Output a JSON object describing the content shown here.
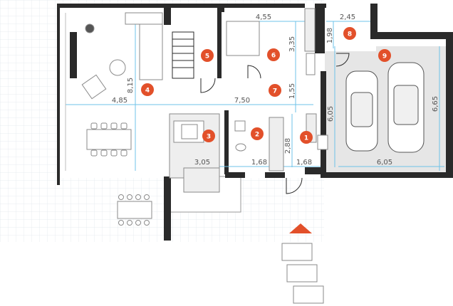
{
  "colors": {
    "wall": "#2a2a2a",
    "dimension_line": "#6fc3e8",
    "dimension_text": "#555555",
    "room_marker": "#e2502a",
    "entrance_arrow": "#e2502a",
    "garage_floor": "#e6e6e6",
    "grid": "#e3e8ee",
    "furniture_stroke": "#8a8a8a"
  },
  "rooms": [
    {
      "number": "1"
    },
    {
      "number": "2"
    },
    {
      "number": "3"
    },
    {
      "number": "4"
    },
    {
      "number": "5"
    },
    {
      "number": "6"
    },
    {
      "number": "7"
    },
    {
      "number": "8"
    },
    {
      "number": "9"
    }
  ],
  "dimensions": [
    {
      "label": "4,55"
    },
    {
      "label": "2,45"
    },
    {
      "label": "1,98"
    },
    {
      "label": "3,35"
    },
    {
      "label": "8,15"
    },
    {
      "label": "4,85"
    },
    {
      "label": "7,50"
    },
    {
      "label": "1,55"
    },
    {
      "label": "6,05"
    },
    {
      "label": "6,65"
    },
    {
      "label": "2,88"
    },
    {
      "label": "3,05"
    },
    {
      "label": "1,68"
    },
    {
      "label": "1,68"
    },
    {
      "label": "6,05"
    }
  ]
}
